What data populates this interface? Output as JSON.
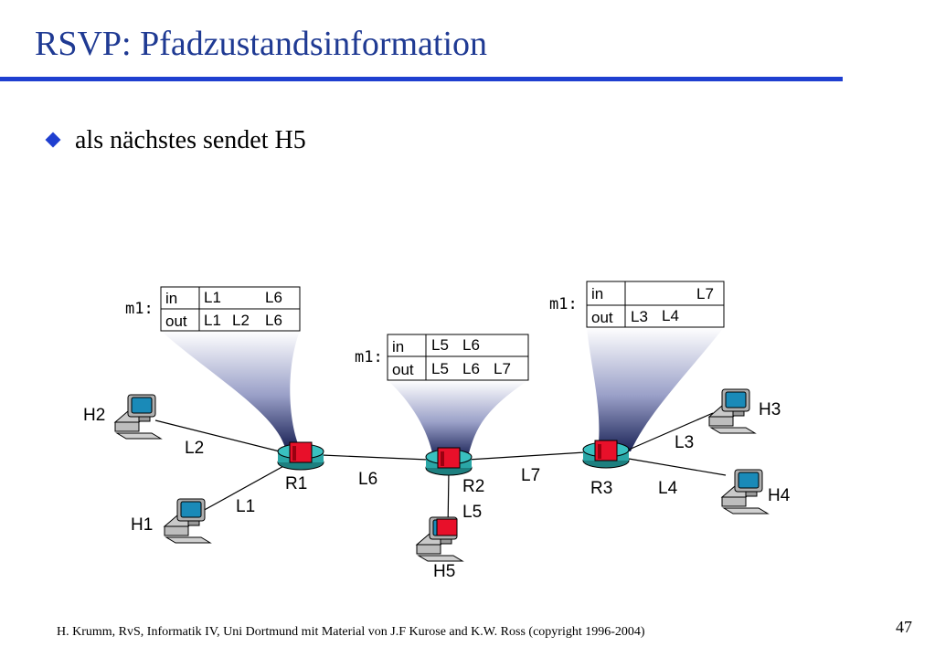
{
  "slide": {
    "title": "RSVP: Pfadzustandsinformation",
    "bullet": "als nächstes sendet H5",
    "footer": "H. Krumm, RvS, Informatik IV, Uni Dortmund mit Material von J.F Kurose and K.W. Ross (copyright 1996-2004)",
    "page_number": "47"
  },
  "colors": {
    "title": "#1f3a93",
    "rule": "#1f3fd0",
    "router_body": "#2aa6a6",
    "router_box": "#e8102a",
    "cone_dark": "#1c2458"
  },
  "hosts": {
    "h1": "H1",
    "h2": "H2",
    "h3": "H3",
    "h4": "H4",
    "h5": "H5"
  },
  "routers": {
    "r1": "R1",
    "r2": "R2",
    "r3": "R3"
  },
  "links": {
    "l1": "L1",
    "l2": "L2",
    "l3": "L3",
    "l4": "L4",
    "l5": "L5",
    "l6": "L6",
    "l7": "L7"
  },
  "tables": {
    "r1": {
      "label": "m1:",
      "in_label": "in",
      "out_label": "out",
      "in_value": [
        "L1",
        "L6"
      ],
      "out_value": [
        "L1",
        "L2",
        "L6"
      ]
    },
    "r2": {
      "label": "m1:",
      "in_label": "in",
      "out_label": "out",
      "in_value": [
        "L5",
        "L6"
      ],
      "out_value": [
        "L5",
        "L6",
        "L7"
      ]
    },
    "r3": {
      "label": "m1:",
      "in_label": "in",
      "out_label": "out",
      "in_value": [
        "L7"
      ],
      "out_value": [
        "L3",
        "L4"
      ]
    }
  }
}
